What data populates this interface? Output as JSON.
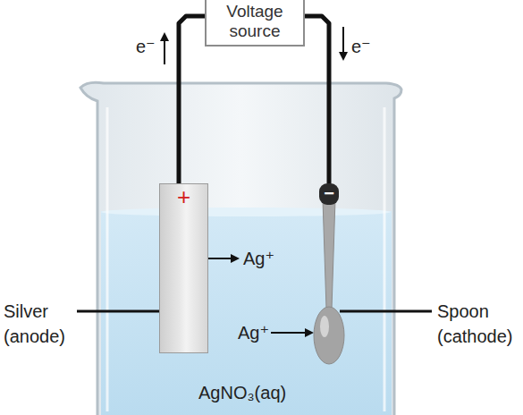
{
  "diagram": {
    "nodes": [
      {
        "text": [
          "Voltage source"
        ]
      },
      {
        "text": [
          "+"
        ]
      },
      {
        "text": [
          "−"
        ]
      }
    ],
    "edges": [
      {
        "from": 1,
        "to": 0,
        "arrow": "none"
      },
      {
        "from": 0,
        "to": 2,
        "arrow": "none"
      }
    ],
    "labels": [
      "e⁻",
      "e⁻",
      "Ag⁺",
      "Ag⁺",
      "Silver (anode)",
      "Spoon (cathode)",
      "AgNO₃(aq)"
    ]
  }
}
